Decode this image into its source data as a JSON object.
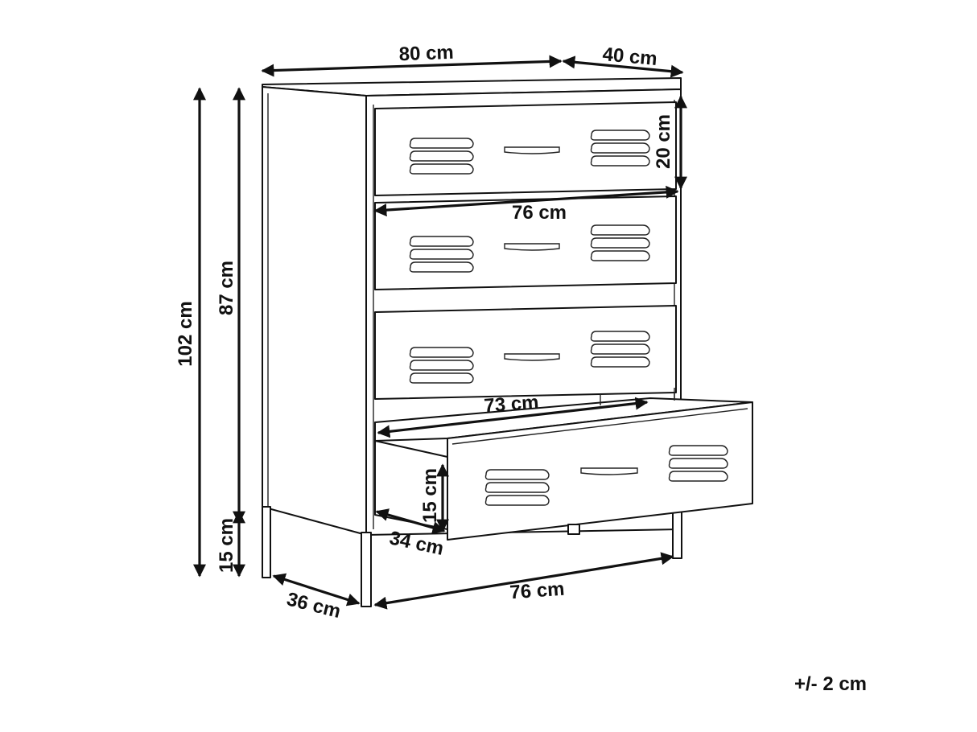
{
  "dimensions": {
    "top_width": "80 cm",
    "top_depth": "40 cm",
    "drawer_front_height": "20 cm",
    "drawer_front_width": "76 cm",
    "drawer_interior_width": "73 cm",
    "drawer_interior_height": "15 cm",
    "drawer_interior_depth": "34 cm",
    "total_height": "102 cm",
    "body_height": "87 cm",
    "leg_height": "15 cm",
    "base_depth": "36 cm",
    "base_width": "76 cm"
  },
  "tolerance": "+/- 2 cm",
  "colors": {
    "line": "#111111",
    "background": "#ffffff"
  }
}
